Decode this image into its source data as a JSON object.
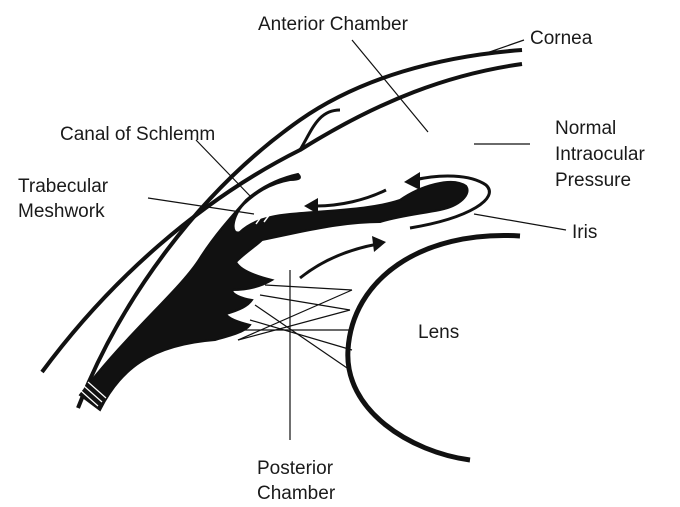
{
  "labels": {
    "anterior_chamber": "Anterior Chamber",
    "cornea": "Cornea",
    "canal_of_schlemm": "Canal of Schlemm",
    "normal_iop_line1": "Normal",
    "normal_iop_line2": "Intraocular",
    "normal_iop_line3": "Pressure",
    "trabecular_line1": "Trabecular",
    "trabecular_line2": "Meshwork",
    "iris": "Iris",
    "lens": "Lens",
    "posterior_line1": "Posterior",
    "posterior_line2": "Chamber"
  },
  "colors": {
    "ink": "#111111",
    "background": "#ffffff"
  }
}
